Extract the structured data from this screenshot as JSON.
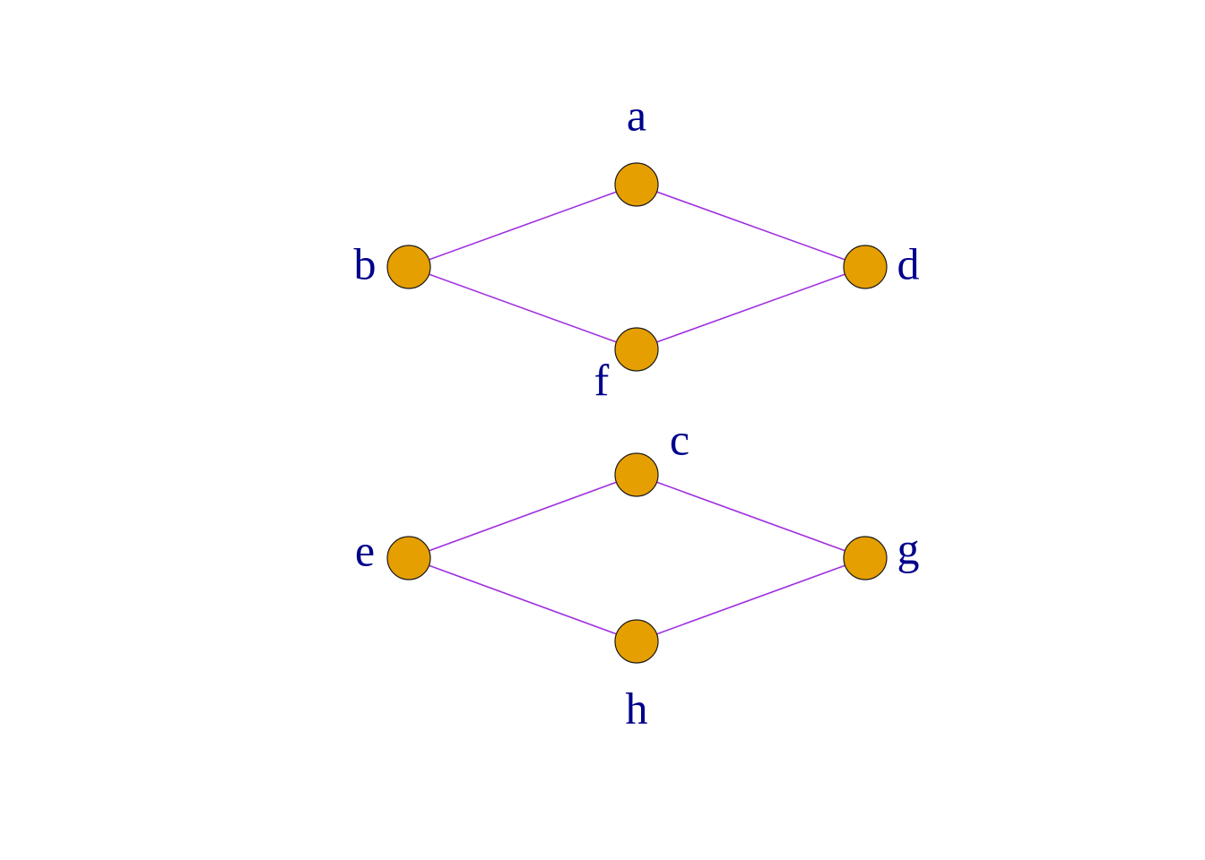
{
  "graph": {
    "colors": {
      "edge": "#a030e0",
      "node_fill": "#e69f00",
      "label": "#00008b",
      "background": "#ffffff"
    },
    "nodes": [
      {
        "id": "a",
        "label": "a"
      },
      {
        "id": "b",
        "label": "b"
      },
      {
        "id": "d",
        "label": "d"
      },
      {
        "id": "f",
        "label": "f"
      },
      {
        "id": "c",
        "label": "c"
      },
      {
        "id": "e",
        "label": "e"
      },
      {
        "id": "g",
        "label": "g"
      },
      {
        "id": "h",
        "label": "h"
      }
    ],
    "edges": [
      [
        "a",
        "b"
      ],
      [
        "a",
        "d"
      ],
      [
        "b",
        "f"
      ],
      [
        "f",
        "d"
      ],
      [
        "c",
        "e"
      ],
      [
        "c",
        "g"
      ],
      [
        "e",
        "h"
      ],
      [
        "h",
        "g"
      ]
    ]
  }
}
